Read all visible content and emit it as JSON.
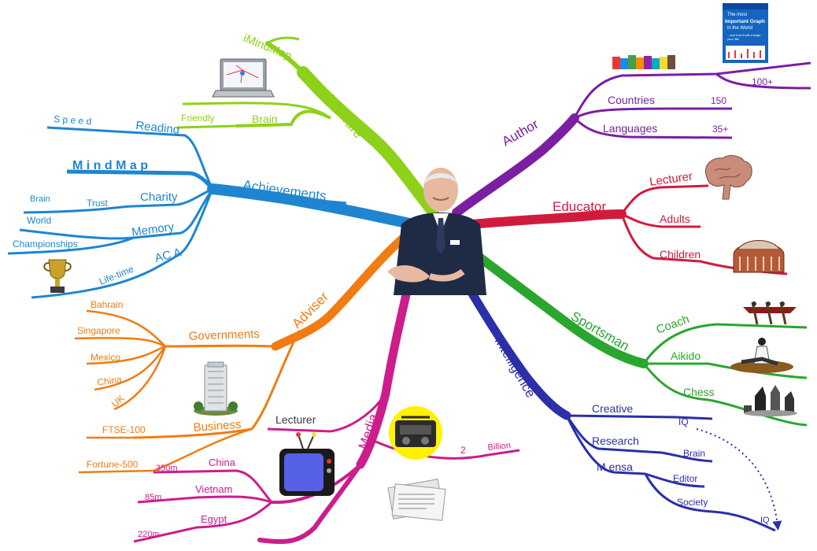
{
  "colors": {
    "software": "#8ed11a",
    "achievements": "#1e86d0",
    "adviser": "#f07c12",
    "media": "#cc1d8c",
    "intelligence": "#2c2fa8",
    "sportsman": "#2aa62f",
    "educator": "#d11b3e",
    "author": "#7b1fa2"
  },
  "center": {
    "image": "person-photo"
  },
  "branches": {
    "software": {
      "label": "Software",
      "sub": {
        "imindmap": "iMindMap",
        "brain": "Brain",
        "friendly": "Friendly"
      },
      "images": [
        "laptop-image"
      ]
    },
    "achievements": {
      "label": "Achievements",
      "sub": {
        "speed": "S p e e d",
        "reading": "Reading",
        "mindmap": "M i n d   M a p",
        "charity": "Charity",
        "trust": "Trust",
        "brain": "Brain",
        "memory": "Memory",
        "world": "World",
        "championships": "Championships",
        "aca": "AC A",
        "lifetime": "Life-time"
      },
      "images": [
        "trophy-image"
      ]
    },
    "adviser": {
      "label": "Adviser",
      "sub": {
        "governments": "Governments",
        "bahrain": "Bahrain",
        "singapore": "Singapore",
        "mexico": "Mexico",
        "china": "China",
        "uk": "UK",
        "business": "Business",
        "ftse": "FTSE-100",
        "fortune": "Fortune-500"
      },
      "images": [
        "skyscraper-image"
      ]
    },
    "media": {
      "label": "Media",
      "sub": {
        "lecturer": "Lecturer",
        "china": "China",
        "china_n": "350m",
        "vietnam": "Vietnam",
        "vietnam_n": "85m",
        "egypt": "Egypt",
        "egypt_n": "220m",
        "two": "2",
        "billion": "Billion"
      },
      "images": [
        "tv-image",
        "radio-image",
        "newspapers-image"
      ]
    },
    "intelligence": {
      "label": "Intelligence",
      "sub": {
        "creative": "Creative",
        "iq": "IQ",
        "research": "Research",
        "brain": "Brain",
        "mensa": "M ensa",
        "editor": "Editor",
        "society": "Society",
        "iq2": "IQ"
      }
    },
    "sportsman": {
      "label": "Sportsman",
      "sub": {
        "coach": "Coach",
        "aikido": "Aikido",
        "chess": "Chess"
      },
      "images": [
        "rowing-image",
        "aikido-image",
        "chess-image"
      ]
    },
    "educator": {
      "label": "Educator",
      "sub": {
        "lecturer": "Lecturer",
        "adults": "Adults",
        "children": "Children"
      },
      "images": [
        "brain-image",
        "hall-image"
      ]
    },
    "author": {
      "label": "Author",
      "sub": {
        "hundred": "100+",
        "countries": "Countries",
        "countries_n": "150",
        "languages": "Languages",
        "languages_n": "35+"
      },
      "book": {
        "line1": "The most",
        "line2": "Important Graph",
        "line3": "in the World",
        "line4": "...and how it will change",
        "line5": "your life!"
      },
      "images": [
        "books-image",
        "book-cover-image"
      ]
    }
  }
}
